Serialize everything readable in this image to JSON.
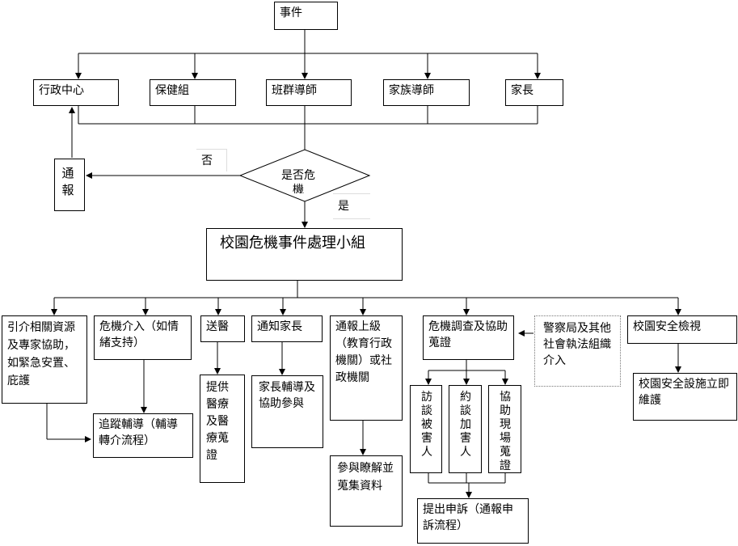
{
  "nodes": {
    "event": "事件",
    "admin_center": "行政中心",
    "health_team": "保健組",
    "homeroom_teacher": "班群導師",
    "family_tutor": "家族導師",
    "parents": "家長",
    "report_box": "通報",
    "decision": "是否危機",
    "no_label": "否",
    "yes_label": "是",
    "crisis_team": "校園危機事件處理小組",
    "referral": "引介相關資源及專家協助，如緊急安置、庇護",
    "intervention": "危機介入（如情緒支持）",
    "followup": "追蹤輔導（輔導轉介流程）",
    "hospital": "送醫",
    "medical": "提供醫療及醫療蒐證",
    "notify_parents": "通知家長",
    "parent_counsel": "家長輔導及協助參與",
    "report_up": "通報上級（教育行政機關）或社政機關",
    "collect_data": "參與瞭解並蒐集資料",
    "investigation": "危機調查及協助蒐證",
    "police": "警察局及其他社會執法組織介入",
    "interview_victim": "訪談被害人",
    "interview_offender": "約談加害人",
    "scene_evidence": "協助現場蒐證",
    "appeal": "提出申訴（通報申訴流程）",
    "safety_check": "校園安全檢視",
    "safety_repair": "校園安全設施立即維護"
  }
}
